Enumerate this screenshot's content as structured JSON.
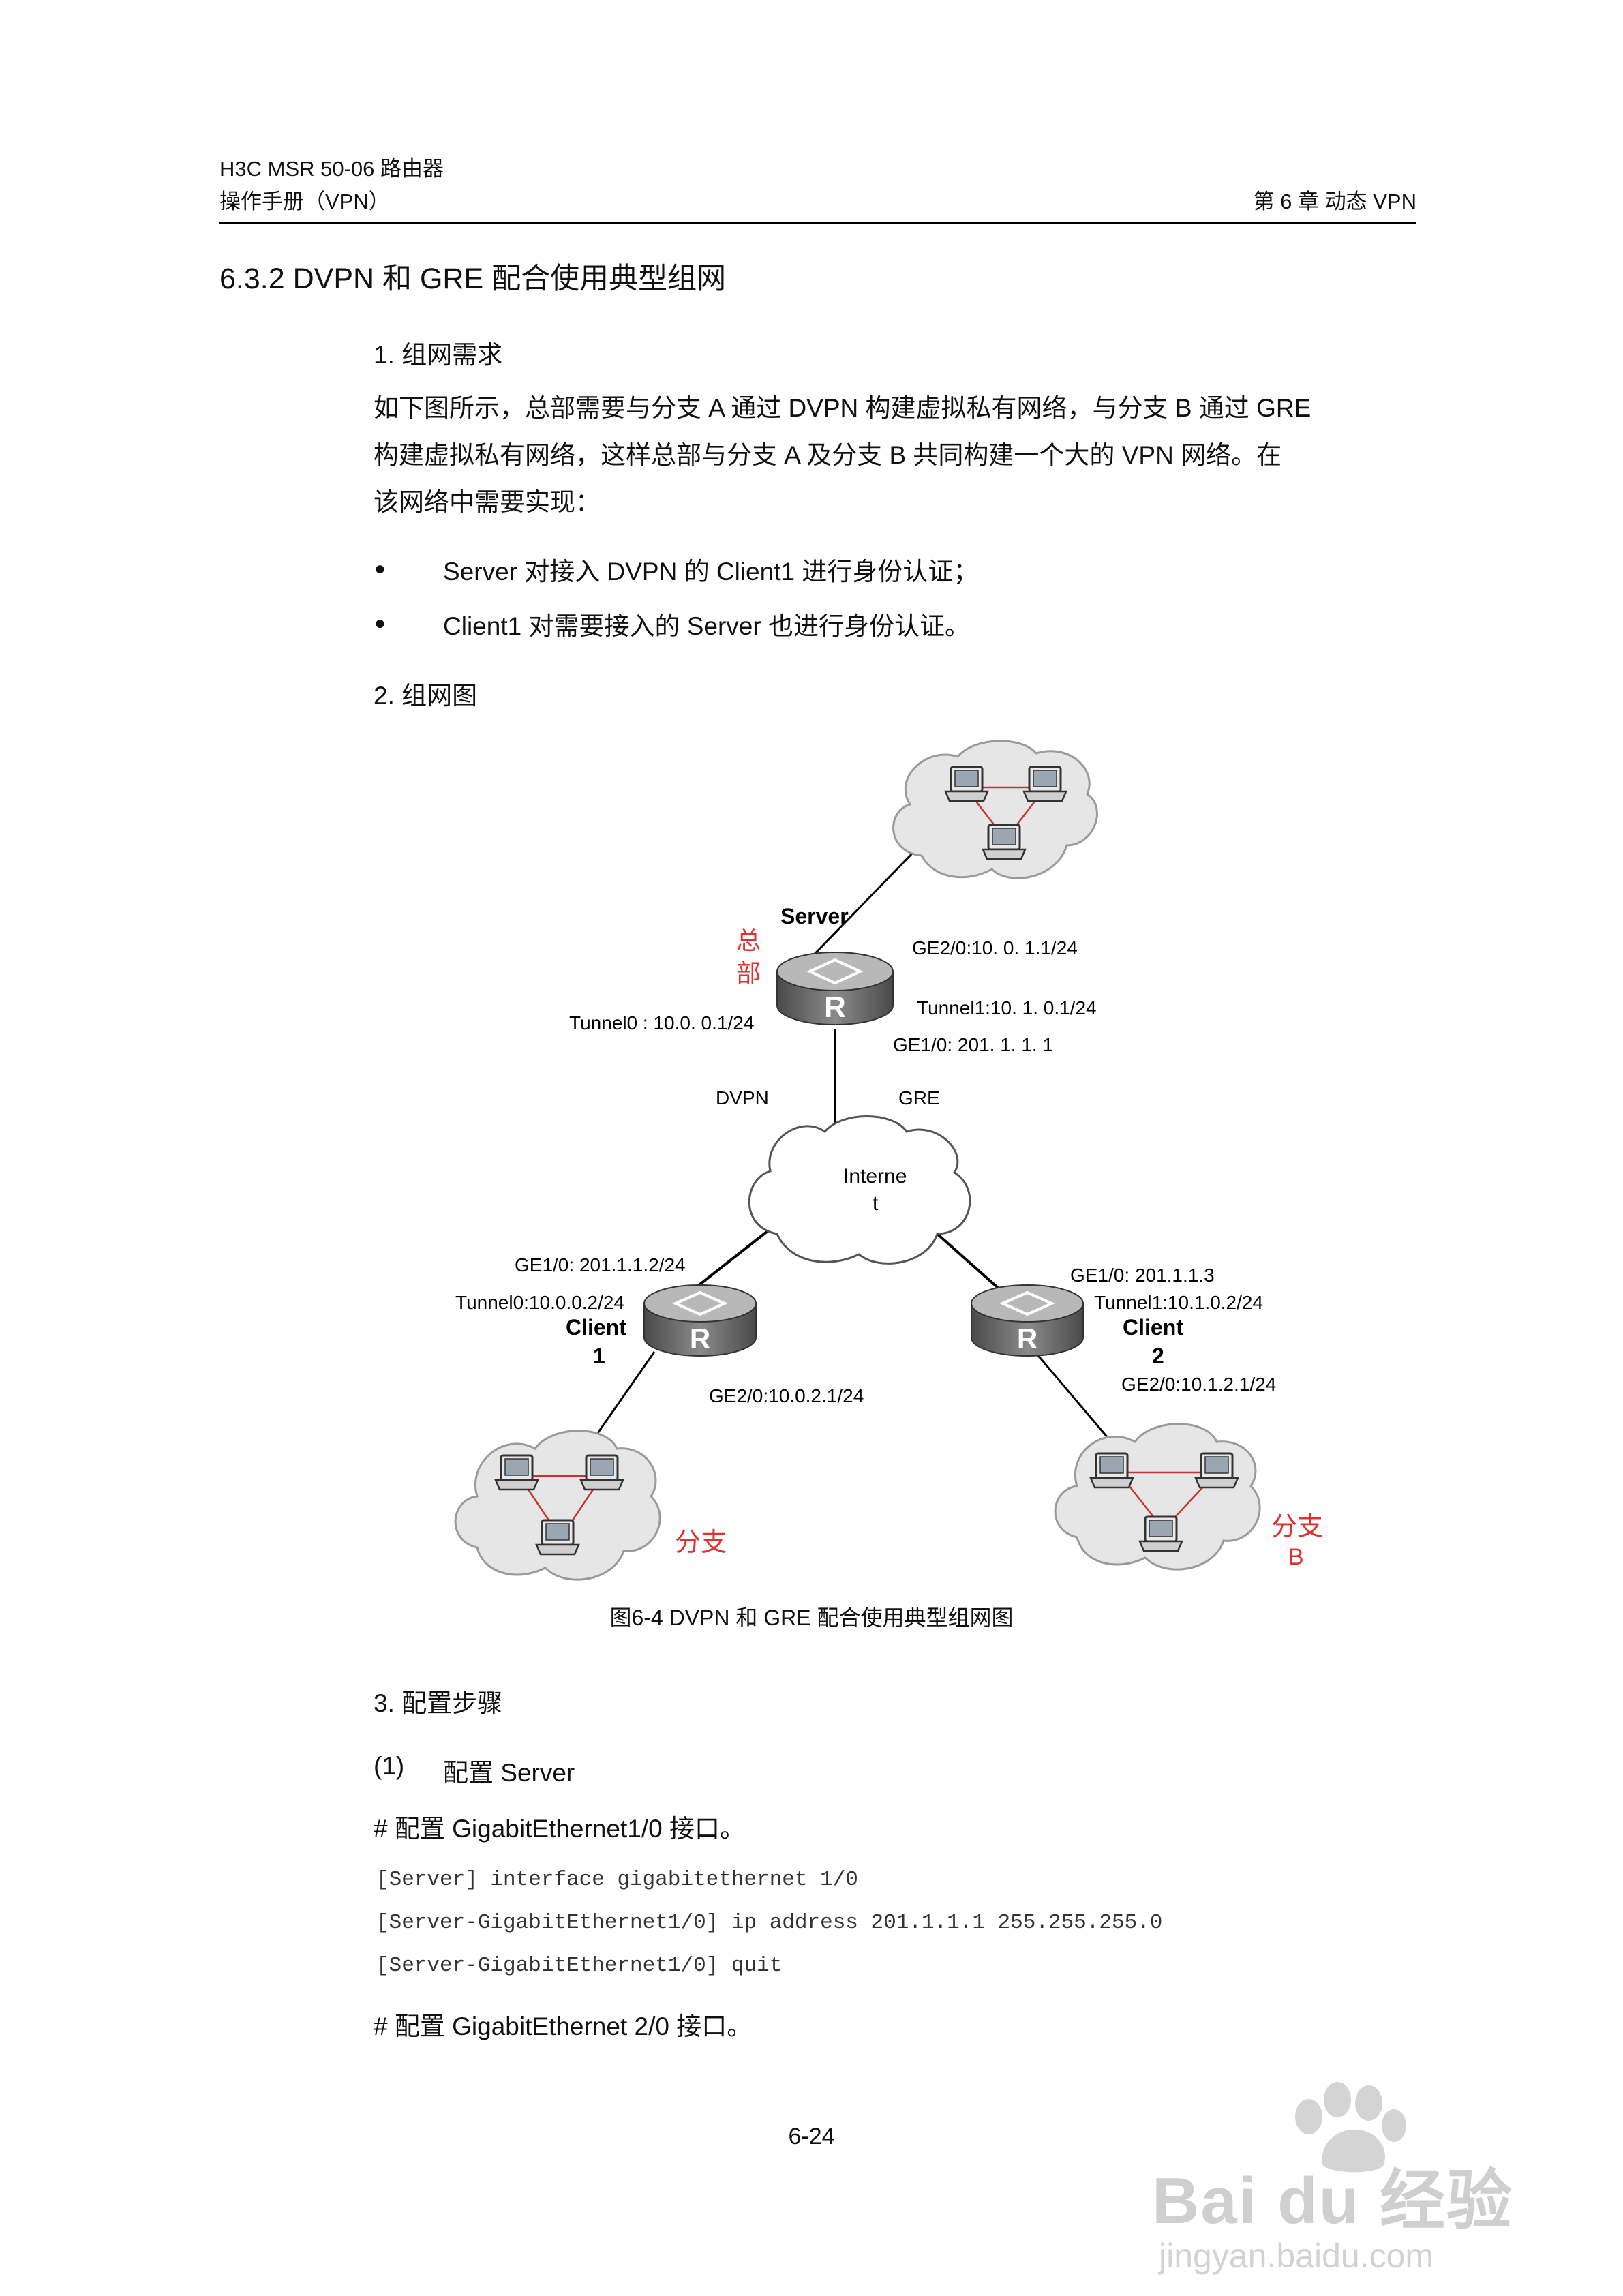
{
  "header": {
    "product": "H3C MSR 50-06 路由器",
    "manual": "操作手册（VPN）",
    "chapter": "第 6 章  动态 VPN"
  },
  "section_title": "6.3.2  DVPN 和 GRE 配合使用典型组网",
  "subsection1": "1. 组网需求",
  "requirement_para": [
    "如下图所示，总部需要与分支 A 通过 DVPN 构建虚拟私有网络，与分支 B 通过 GRE",
    "构建虚拟私有网络，这样总部与分支 A 及分支 B 共同构建一个大的 VPN 网络。在",
    "该网络中需要实现："
  ],
  "bullets": [
    "Server 对接入 DVPN 的 Client1 进行身份认证；",
    "Client1 对需要接入的 Server 也进行身份认证。"
  ],
  "subsection2": "2. 组网图",
  "diagram": {
    "server_label": "Server",
    "hq_label_1": "总",
    "hq_label_2": "部",
    "server_ge2": "GE2/0:10. 0. 1.1/24",
    "server_tunnel1": "Tunnel1:10. 1. 0.1/24",
    "server_ge1": "GE1/0: 201. 1. 1. 1",
    "server_tunnel0": "Tunnel0 : 10.0. 0.1/24",
    "dvpn_label": "DVPN",
    "gre_label": "GRE",
    "internet_line1": "Interne",
    "internet_line2": "t",
    "client1_ge1": "GE1/0: 201.1.1.2/24",
    "client1_tunnel0": "Tunnel0:10.0.0.2/24",
    "client1_label_1": "Client",
    "client1_label_2": "1",
    "client1_ge2": "GE2/0:10.0.2.1/24",
    "client2_ge1": "GE1/0: 201.1.1.3",
    "client2_tunnel1": "Tunnel1:10.1.0.2/24",
    "client2_label_1": "Client",
    "client2_label_2": "2",
    "client2_ge2": "GE2/0:10.1.2.1/24",
    "branch_a": "分支",
    "branch_b_1": "分支",
    "branch_b_2": "B",
    "router_letter": "R",
    "label_color": "#e03030",
    "link_color": "#000000",
    "lan_link_color": "#c83232"
  },
  "figure_caption": "图6-4  DVPN 和 GRE 配合使用典型组网图",
  "subsection3": "3. 配置步骤",
  "step1_num": "(1)",
  "step1_text": "配置 Server",
  "comment1": "# 配置 GigabitEthernet1/0 接口。",
  "code_lines": [
    "[Server] interface gigabitethernet 1/0",
    "[Server-GigabitEthernet1/0] ip address 201.1.1.1 255.255.255.0",
    "[Server-GigabitEthernet1/0] quit"
  ],
  "comment2": "# 配置 GigabitEthernet 2/0 接口。",
  "page_number": "6-24",
  "watermark": {
    "brand": "Bai du 经验",
    "url": "jingyan.baidu.com"
  }
}
